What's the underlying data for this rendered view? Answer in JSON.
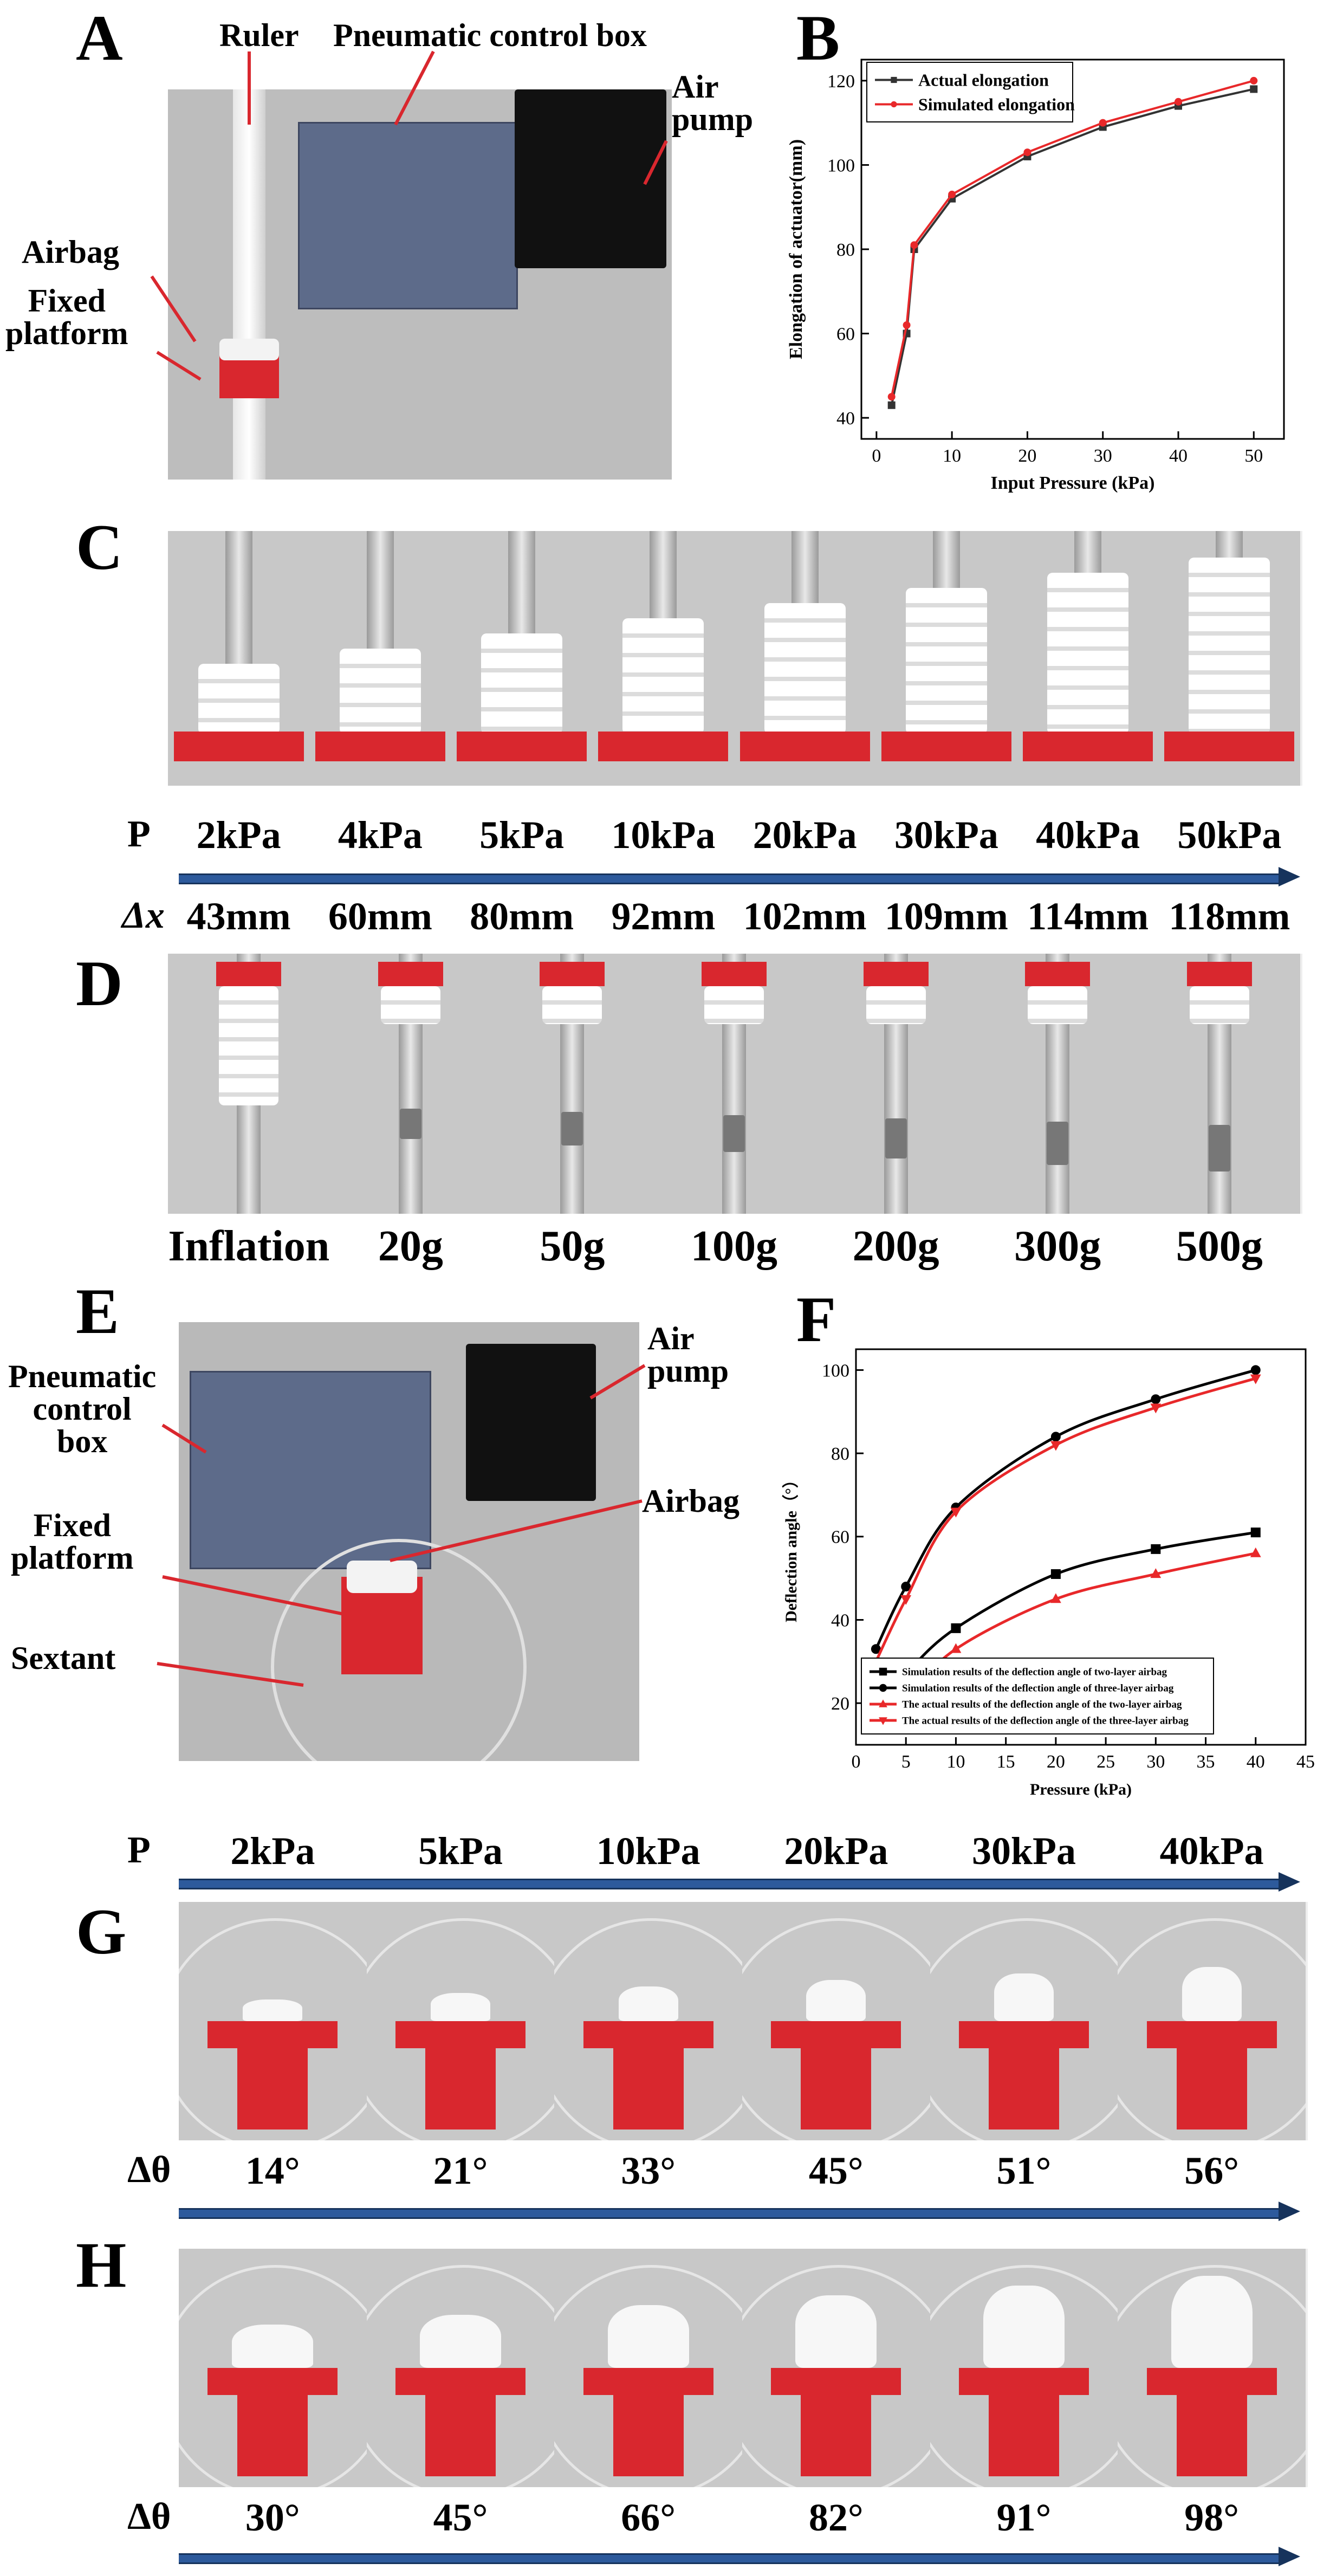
{
  "panels": {
    "A": {
      "label": "A",
      "callouts": {
        "ruler": "Ruler",
        "control_box": "Pneumatic control box",
        "air_pump": "Air\npump",
        "airbag": "Airbag",
        "fixed_platform": "Fixed\nplatform"
      }
    },
    "B": {
      "label": "B"
    },
    "C": {
      "label": "C",
      "p_symbol": "P",
      "pressures": [
        "2kPa",
        "4kPa",
        "5kPa",
        "10kPa",
        "20kPa",
        "30kPa",
        "40kPa",
        "50kPa"
      ],
      "dx_symbol": "Δx",
      "elongations": [
        "43mm",
        "60mm",
        "80mm",
        "92mm",
        "102mm",
        "109mm",
        "114mm",
        "118mm"
      ]
    },
    "D": {
      "label": "D",
      "loads": [
        "Inflation",
        "20g",
        "50g",
        "100g",
        "200g",
        "300g",
        "500g"
      ]
    },
    "E": {
      "label": "E",
      "callouts": {
        "control_box": "Pneumatic\ncontrol\nbox",
        "air_pump": "Air\npump",
        "airbag": "Airbag",
        "fixed_platform": "Fixed\nplatform",
        "sextant": "Sextant"
      }
    },
    "F": {
      "label": "F"
    },
    "G": {
      "label": "G",
      "p_symbol": "P",
      "pressures": [
        "2kPa",
        "5kPa",
        "10kPa",
        "20kPa",
        "30kPa",
        "40kPa"
      ],
      "dtheta_symbol": "Δθ",
      "angles": [
        "14°",
        "21°",
        "33°",
        "45°",
        "51°",
        "56°"
      ]
    },
    "H": {
      "label": "H",
      "dtheta_symbol": "Δθ",
      "angles": [
        "30°",
        "45°",
        "66°",
        "82°",
        "91°",
        "98°"
      ]
    }
  },
  "colors": {
    "series_black": "#333333",
    "series_red": "#e8282a",
    "arrow_blue": "#2d5a9c",
    "platform_red": "#d9272e",
    "photo_gray": "#c8c8c8"
  },
  "chart_data": [
    {
      "id": "B",
      "type": "line",
      "title": "",
      "xlabel": "Input Pressure (kPa)",
      "ylabel": "Elongation of actuator(mm)",
      "xlim": [
        -2,
        54
      ],
      "ylim": [
        35,
        125
      ],
      "xticks": [
        0,
        10,
        20,
        30,
        40,
        50
      ],
      "yticks": [
        40,
        60,
        80,
        100,
        120
      ],
      "legend": "top-left",
      "grid": false,
      "series": [
        {
          "name": "Actual elongation",
          "color": "#333333",
          "marker": "square",
          "x": [
            2,
            4,
            5,
            10,
            20,
            30,
            40,
            50
          ],
          "y": [
            43,
            60,
            80,
            92,
            102,
            109,
            114,
            118
          ]
        },
        {
          "name": "Simulated elongation",
          "color": "#e8282a",
          "marker": "circle",
          "x": [
            2,
            4,
            5,
            10,
            20,
            30,
            40,
            50
          ],
          "y": [
            45,
            62,
            81,
            93,
            103,
            110,
            115,
            120
          ]
        }
      ]
    },
    {
      "id": "F",
      "type": "line",
      "title": "",
      "xlabel": "Pressure (kPa)",
      "ylabel": "Deflection angle（°）",
      "xlim": [
        0,
        45
      ],
      "ylim": [
        10,
        105
      ],
      "xticks": [
        0,
        5,
        10,
        15,
        20,
        25,
        30,
        35,
        40,
        45
      ],
      "yticks": [
        20,
        40,
        60,
        80,
        100
      ],
      "legend": "bottom-left",
      "grid": false,
      "series": [
        {
          "name": "Simulation results of the deflection angle of two-layer airbag",
          "color": "#000000",
          "marker": "square",
          "x": [
            2,
            5,
            10,
            20,
            30,
            40
          ],
          "y": [
            18,
            27,
            38,
            51,
            57,
            61
          ]
        },
        {
          "name": "Simulation results of the deflection angle of three-layer airbag",
          "color": "#000000",
          "marker": "circle",
          "x": [
            2,
            5,
            10,
            20,
            30,
            40
          ],
          "y": [
            33,
            48,
            67,
            84,
            93,
            100
          ]
        },
        {
          "name": "The actual results of the deflection angle of the two-layer airbag",
          "color": "#e8282a",
          "marker": "triangle-up",
          "x": [
            2,
            5,
            10,
            20,
            30,
            40
          ],
          "y": [
            14,
            21,
            33,
            45,
            51,
            56
          ]
        },
        {
          "name": "The actual results of the deflection angle of the three-layer airbag",
          "color": "#e8282a",
          "marker": "triangle-down",
          "x": [
            2,
            5,
            10,
            20,
            30,
            40
          ],
          "y": [
            30,
            45,
            66,
            82,
            91,
            98
          ]
        }
      ]
    }
  ]
}
